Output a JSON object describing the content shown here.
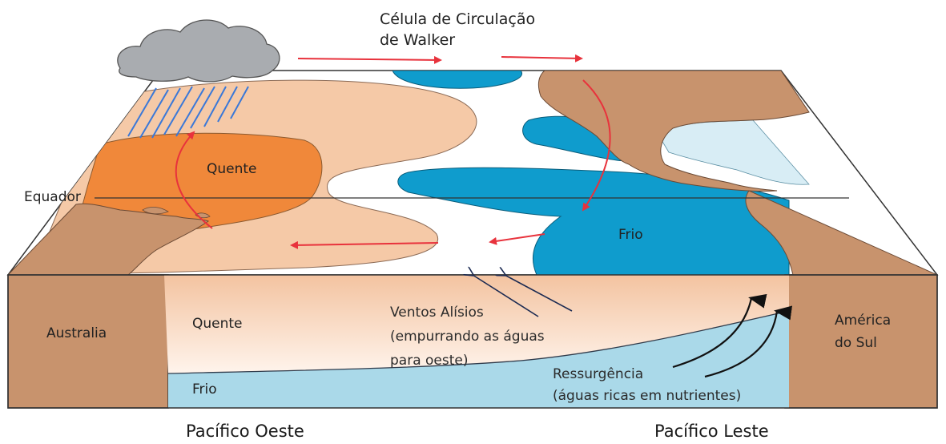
{
  "title_line1": "Célula de Circulação",
  "title_line2": "de Walker",
  "labels": {
    "equator": "Equador",
    "warm_surface": "Quente",
    "cold_surface": "Frio",
    "australia": "Australia",
    "south_america_line1": "América",
    "south_america_line2": "do Sul",
    "warm_section": "Quente",
    "cold_section": "Frio",
    "trade_winds_line1": "Ventos Alísios",
    "trade_winds_line2": "(empurrando as águas",
    "trade_winds_line3": "para oeste)",
    "upwelling_line1": "Ressurgência",
    "upwelling_line2": "(águas ricas em nutrientes)",
    "west_pacific": "Pacífico Oeste",
    "east_pacific": "Pacífico Leste"
  },
  "colors": {
    "land": "#c8936d",
    "warm_water": "#f5c9a7",
    "hot_water": "#f0883a",
    "cold_water": "#0f9ccd",
    "cold_section": "#aad9e9",
    "air_arrow": "#e8323c",
    "wind_arrow": "#1b2a52",
    "rain": "#3a78d8",
    "cloud": "#a9acb0"
  }
}
